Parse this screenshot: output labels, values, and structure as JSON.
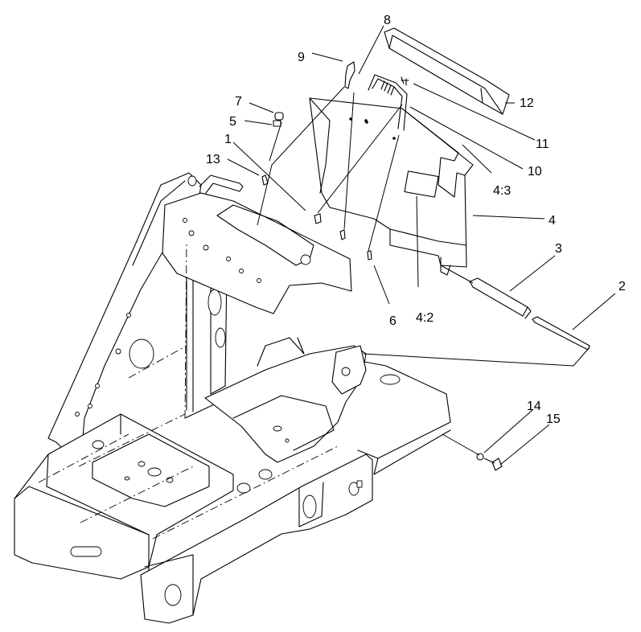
{
  "callouts": [
    {
      "id": "c1",
      "label": "1"
    },
    {
      "id": "c2",
      "label": "2"
    },
    {
      "id": "c3",
      "label": "3"
    },
    {
      "id": "c4",
      "label": "4"
    },
    {
      "id": "c4_2",
      "label": "4:2"
    },
    {
      "id": "c4_3",
      "label": "4:3"
    },
    {
      "id": "c5",
      "label": "5"
    },
    {
      "id": "c6",
      "label": "6"
    },
    {
      "id": "c7",
      "label": "7"
    },
    {
      "id": "c8",
      "label": "8"
    },
    {
      "id": "c9",
      "label": "9"
    },
    {
      "id": "c10",
      "label": "10"
    },
    {
      "id": "c11",
      "label": "11"
    },
    {
      "id": "c12",
      "label": "12"
    },
    {
      "id": "c13",
      "label": "13"
    },
    {
      "id": "c14",
      "label": "14"
    },
    {
      "id": "c15",
      "label": "15"
    }
  ]
}
